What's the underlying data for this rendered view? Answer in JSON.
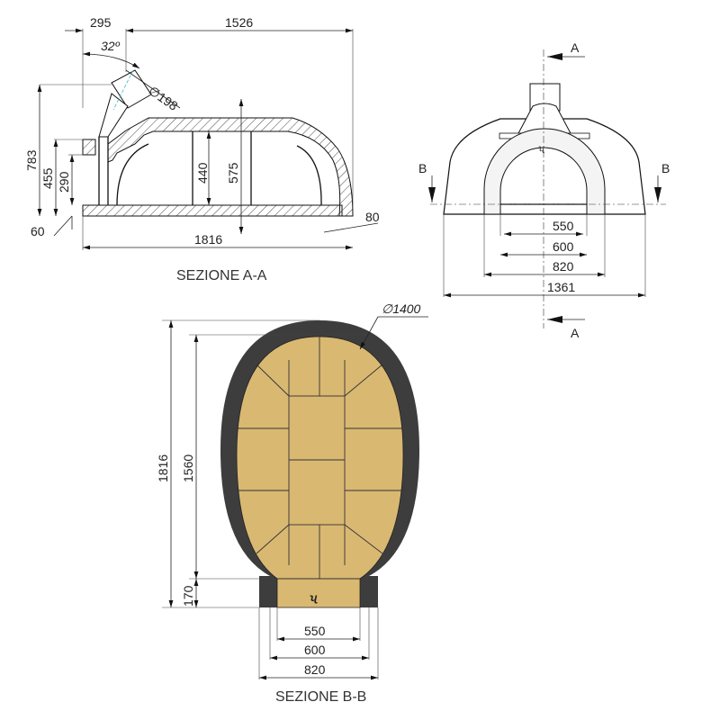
{
  "section_aa": {
    "title": "SEZIONE A-A",
    "dims": {
      "chimney_offset": "295",
      "top_length": "1526",
      "angle": "32º",
      "chimney_diameter": "∅198",
      "total_height": "783",
      "door_height": "455",
      "opening_height": "290",
      "base_thickness": "60",
      "inner_height": "440",
      "outer_height": "575",
      "wall_thickness": "80",
      "total_length": "1816"
    }
  },
  "front_view": {
    "section_a_label": "A",
    "section_b_label": "B",
    "dims": {
      "inner_opening": "550",
      "door_width": "600",
      "arch_width": "820",
      "total_width": "1361"
    }
  },
  "section_bb": {
    "title": "SEZIONE B-B",
    "dims": {
      "diameter": "∅1400",
      "total_length": "1816",
      "inner_length": "1560",
      "mouth_depth": "170",
      "inner_opening": "550",
      "door_width": "600",
      "arch_width": "820"
    }
  },
  "colors": {
    "refractory": "#d9b872",
    "insulation": "#3d3d3d"
  }
}
